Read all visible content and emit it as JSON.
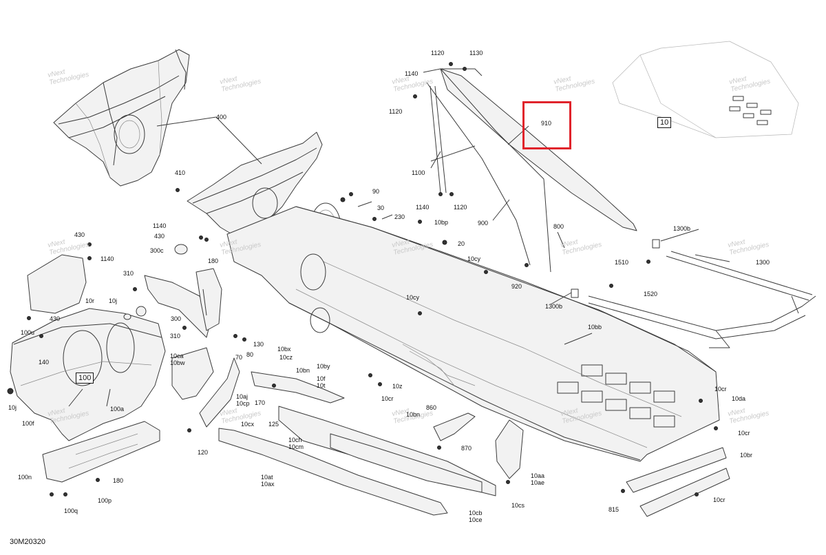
{
  "diagram_code": "30M20320",
  "highlighted_part": "910",
  "boxed_refs": [
    "10",
    "100"
  ],
  "watermark": "vNext\nTechnologies",
  "part_labels": [
    "1120",
    "1130",
    "1140",
    "1120",
    "910",
    "1100",
    "1140",
    "1120",
    "900",
    "800",
    "920",
    "1300b",
    "1300",
    "1510",
    "1520",
    "1300b",
    "400",
    "410",
    "90",
    "30",
    "230",
    "10bp",
    "20",
    "10cy",
    "10cy",
    "1140",
    "430",
    "300c",
    "180",
    "430",
    "1140",
    "310",
    "300",
    "310",
    "10r",
    "10j",
    "100u",
    "430",
    "140",
    "100",
    "10bb",
    "70",
    "80",
    "130",
    "10bx",
    "10cz",
    "10by",
    "10ca\n10bw",
    "10bn",
    "10f\n10t",
    "10z",
    "10cr",
    "10aj\n10cp",
    "170",
    "860",
    "10bn",
    "870",
    "10cx",
    "125",
    "10ch\n10cm",
    "10aa\n10ae",
    "10cr",
    "10da",
    "10cr",
    "10br",
    "10cr",
    "815",
    "10cs",
    "10cb\n10ce",
    "10at\n10ax",
    "120",
    "100n",
    "180",
    "100p",
    "100q",
    "100f",
    "100a",
    "10j"
  ]
}
